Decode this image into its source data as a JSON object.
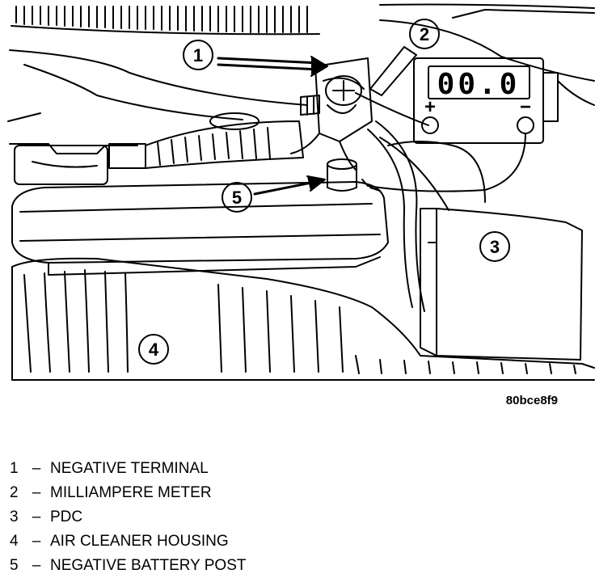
{
  "diagram": {
    "callouts": [
      "1",
      "2",
      "3",
      "4",
      "5"
    ],
    "meter_display": "00.0",
    "meter_positive": "+",
    "meter_negative": "−",
    "figure_code": "80bce8f9"
  },
  "legend": {
    "separator": "–",
    "items": [
      {
        "num": "1",
        "text": "NEGATIVE TERMINAL"
      },
      {
        "num": "2",
        "text": "MILLIAMPERE METER"
      },
      {
        "num": "3",
        "text": "PDC"
      },
      {
        "num": "4",
        "text": "AIR CLEANER HOUSING"
      },
      {
        "num": "5",
        "text": "NEGATIVE BATTERY POST"
      }
    ]
  }
}
